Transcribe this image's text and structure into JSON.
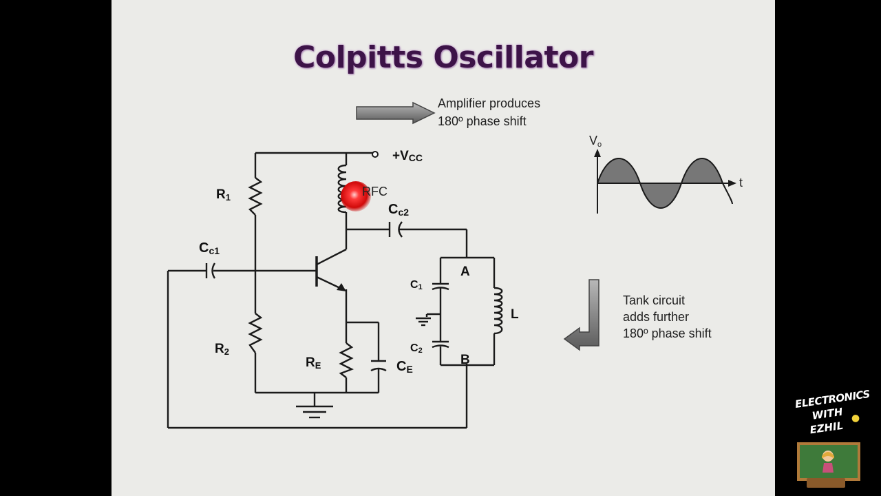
{
  "slide": {
    "title": "Colpitts Oscillator",
    "notes": {
      "amplifier": [
        "Amplifier produces",
        "180º phase shift"
      ],
      "tank": [
        "Tank circuit",
        "adds further",
        "180º phase shift"
      ]
    }
  },
  "circuit": {
    "vcc": "+V",
    "vcc_sub": "CC",
    "rfc": "RFC",
    "cc2": "C",
    "cc2_sub": "c2",
    "cc1": "C",
    "cc1_sub": "c1",
    "r1": "R",
    "r1_sub": "1",
    "r2": "R",
    "r2_sub": "2",
    "re": "R",
    "re_sub": "E",
    "ce": "C",
    "ce_sub": "E",
    "c1": "C",
    "c1_sub": "1",
    "c2": "C",
    "c2_sub": "2",
    "l": "L",
    "node_a": "A",
    "node_b": "B"
  },
  "waveform": {
    "y_label": "V",
    "y_sub": "o",
    "x_label": "t",
    "type": "sine",
    "cycles": 2
  },
  "brand": {
    "line1": "ELECTRONICS",
    "line2": "WITH",
    "line3": "EZHIL"
  },
  "colors": {
    "title": "#3d1348",
    "background": "#ebebe8",
    "pointer": "#e01818",
    "wave_fill": "#777777"
  }
}
